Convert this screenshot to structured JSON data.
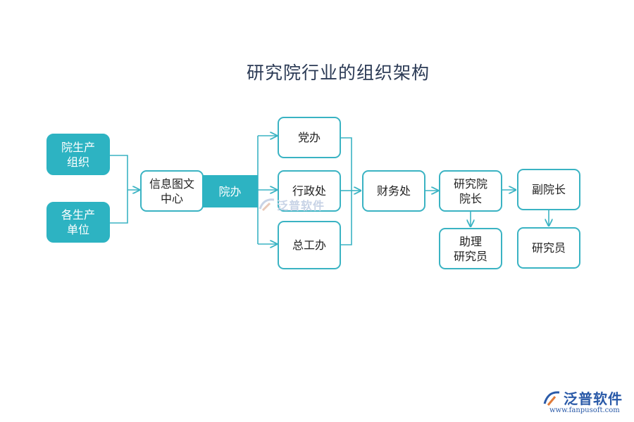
{
  "title": "研究院行业的组织架构",
  "nodes": {
    "yuan_shengchan": "院生产\n组织",
    "ge_shengchan": "各生产\n单位",
    "xinxi": "信息图文\n中心",
    "yuanban": "院办",
    "dangban": "党办",
    "xingzheng": "行政处",
    "zonggong": "总工办",
    "caiwu": "财务处",
    "yuanzhang": "研究院\n院长",
    "zhuli": "助理\n研究员",
    "fuyuanzhang": "副院长",
    "yanjiuyuan": "研究员"
  },
  "watermark": "泛普软件",
  "logo": {
    "text": "泛普软件",
    "url": "www.fanpusoft.com"
  },
  "colors": {
    "accent": "#2db3c2",
    "border": "#3ab3c3",
    "title": "#2b3a55",
    "logo": "#2a5aa8"
  }
}
